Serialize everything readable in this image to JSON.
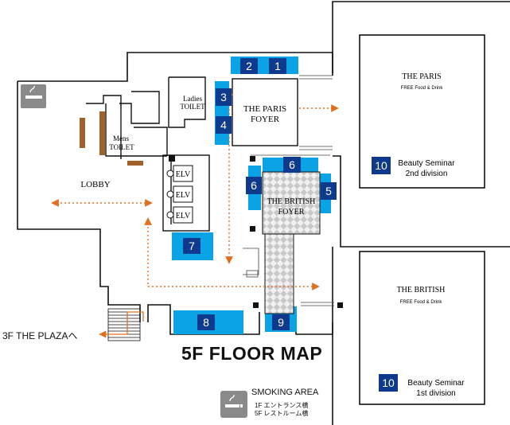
{
  "map_title": "5F FLOOR MAP",
  "exit_label": "3F THE PLAZAへ",
  "lobby_label": "LOBBY",
  "toilets": {
    "ladies_line1": "Ladies",
    "ladies_line2": "TOILET",
    "mens_line1": "Mens",
    "mens_line2": "TOILET"
  },
  "elevators": [
    "ELV",
    "ELV",
    "ELV"
  ],
  "foyers": {
    "paris_line1": "THE PARIS",
    "paris_line2": "FOYER",
    "british_line1": "THE BRITISH",
    "british_line2": "FOYER"
  },
  "halls": [
    {
      "name": "THE PARIS",
      "note": "FREE Food & Drink",
      "number": "10",
      "seminar": "Beauty Seminar",
      "division": "2nd division"
    },
    {
      "name": "THE BRITISH",
      "note": "FREE Food & Drink",
      "number": "10",
      "seminar": "Beauty Seminar",
      "division": "1st division"
    }
  ],
  "booths": [
    "1",
    "2",
    "3",
    "4",
    "5",
    "6",
    "6",
    "7",
    "8",
    "9"
  ],
  "smoking": {
    "title": "SMOKING AREA",
    "line1": "1F エントランス横",
    "line2": "5F レストルーム横"
  },
  "colors": {
    "booth": "#0d3a8c",
    "area": "#0aa3e6",
    "arrow": "#e07020",
    "wall": "#111111",
    "icon": "#8a8a8a"
  },
  "icons": [
    "no-smoking-sign-icon",
    "smoking-area-icon"
  ]
}
